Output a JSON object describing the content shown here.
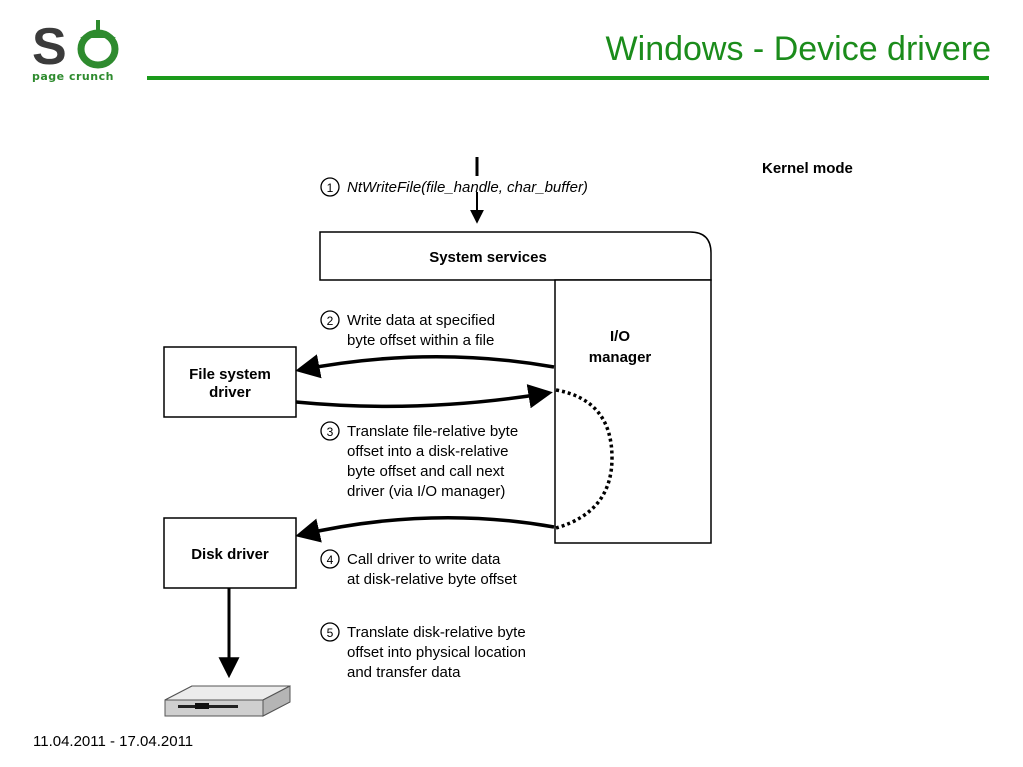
{
  "header": {
    "logo_text": "SO",
    "logo_subtitle": "page crunch",
    "title": "Windows - Device drivere"
  },
  "diagram": {
    "kernel_mode_label": "Kernel mode",
    "system_services_label": "System services",
    "io_manager_line1": "I/O",
    "io_manager_line2": "manager",
    "fs_driver_line1": "File system",
    "fs_driver_line2": "driver",
    "disk_driver_label": "Disk driver",
    "steps": [
      {
        "num": "1",
        "lines": [
          "NtWriteFile(file_handle, char_buffer)"
        ]
      },
      {
        "num": "2",
        "lines": [
          "Write data at specified",
          "byte offset within a file"
        ]
      },
      {
        "num": "3",
        "lines": [
          "Translate file-relative byte",
          "offset into a disk-relative",
          "byte offset and call next",
          "driver (via I/O manager)"
        ]
      },
      {
        "num": "4",
        "lines": [
          "Call driver to write data",
          "at disk-relative byte offset"
        ]
      },
      {
        "num": "5",
        "lines": [
          "Translate disk-relative byte",
          "offset into physical location",
          "and transfer data"
        ]
      }
    ]
  },
  "footer": {
    "date_range": "11.04.2011 - 17.04.2011"
  }
}
